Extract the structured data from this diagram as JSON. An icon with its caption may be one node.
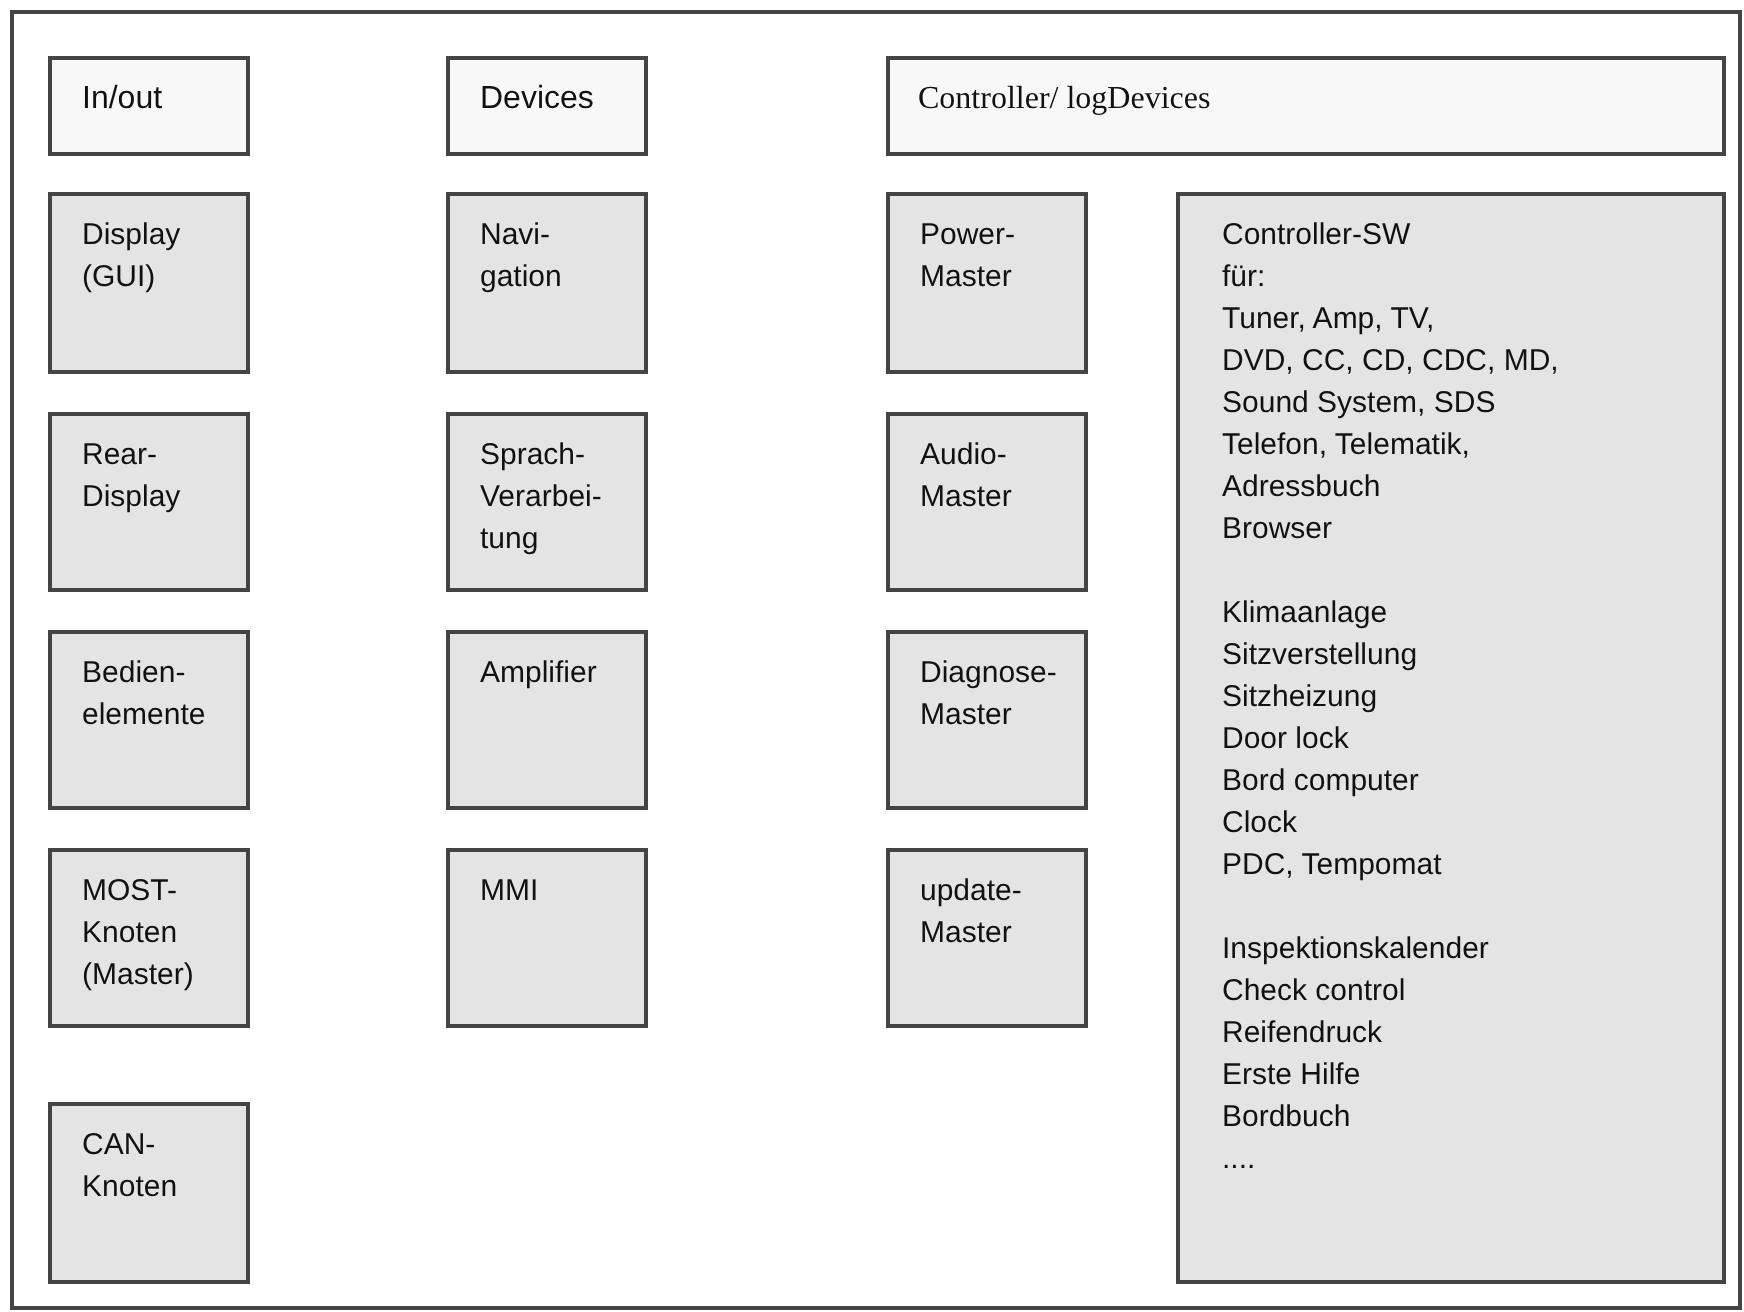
{
  "diagram": {
    "nodes": [
      {
        "text": [
          "In/out"
        ]
      },
      {
        "text": [
          "Display (GUI)"
        ]
      },
      {
        "text": [
          "Rear- Display"
        ]
      },
      {
        "text": [
          "Bedien- elemente"
        ]
      },
      {
        "text": [
          "MOST- Knoten (Master)"
        ]
      },
      {
        "text": [
          "CAN- Knoten"
        ]
      },
      {
        "text": [
          "Devices"
        ]
      },
      {
        "text": [
          "Navi- gation"
        ]
      },
      {
        "text": [
          "Sprach- Verarbei- tung"
        ]
      },
      {
        "text": [
          "Amplifier"
        ]
      },
      {
        "text": [
          "MMI"
        ]
      },
      {
        "text": [
          "Controller/ logDevices"
        ]
      },
      {
        "text": [
          "Power- Master"
        ]
      },
      {
        "text": [
          "Audio- Master"
        ]
      },
      {
        "text": [
          "Diagnose- Master"
        ]
      },
      {
        "text": [
          "update- Master"
        ]
      },
      {
        "text": [
          "Controller-SW",
          "für:",
          "Tuner, Amp, TV,",
          "DVD, CC, CD, CDC, MD,",
          "Sound System, SDS",
          "Telefon, Telematik,",
          "Adressbuch",
          "Browser",
          "Klimaanlage",
          "Sitzverstellung",
          "Sitzheizung",
          "Door lock",
          "Bord computer",
          "Clock",
          "PDC, Tempomat",
          "Inspektionskalender",
          "Check control",
          "Reifendruck",
          "Erste Hilfe",
          "Bordbuch",
          "...."
        ]
      }
    ]
  }
}
